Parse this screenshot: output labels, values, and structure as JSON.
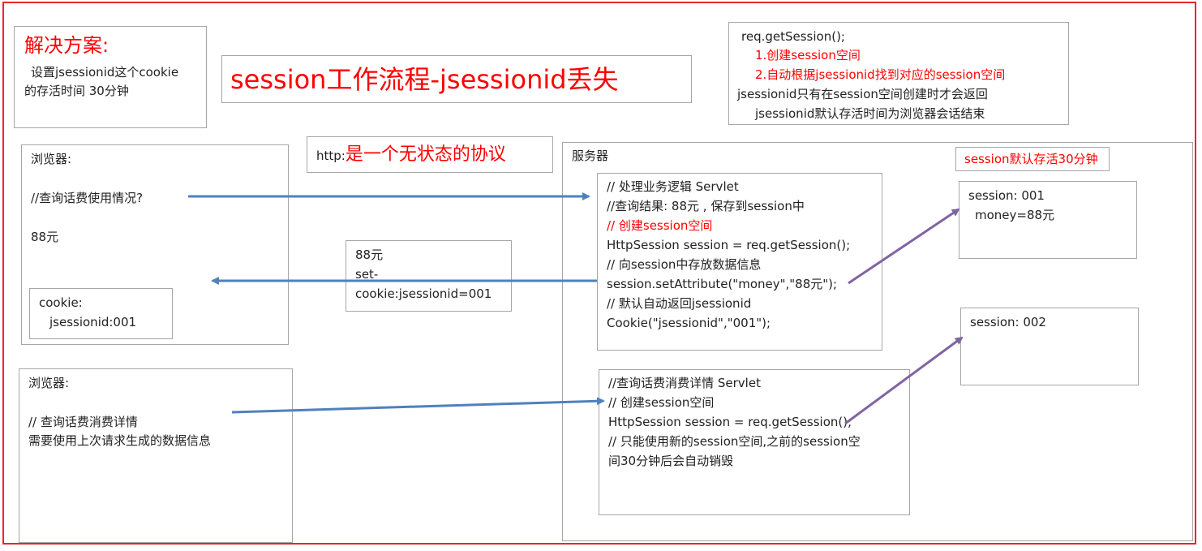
{
  "title": "session工作流程-jsessionid丢失",
  "solution": {
    "heading": "解决方案:",
    "line1": "设置jsessionid这个cookie",
    "line2": "的存活时间 30分钟"
  },
  "notes": {
    "lines": [
      "req.getSession();",
      "1.创建session空间",
      "2.自动根据jsessionid找到对应的session空间",
      "jsessionid只有在session空间创建时才会返回",
      "jsessionid默认存活时间为浏览器会话结束"
    ]
  },
  "protocol": {
    "prefix": "http:",
    "text": "是一个无状态的协议"
  },
  "browser1": {
    "title": "浏览器:",
    "query": "//查询话费使用情况?",
    "result": "88元",
    "cookie_label": "cookie:",
    "cookie_value": "jsessionid:001"
  },
  "response": {
    "line1": "88元",
    "line2": "set-",
    "line3": "cookie:jsessionid=001"
  },
  "server": {
    "title": "服务器"
  },
  "servlet1": {
    "lines": [
      "// 处理业务逻辑    Servlet",
      "//查询结果: 88元 , 保存到session中",
      "// 创建session空间",
      "HttpSession session = req.getSession();",
      "// 向session中存放数据信息",
      "session.setAttribute(\"money\",\"88元\");",
      "// 默认自动返回jsessionid",
      "Cookie(\"jsessionid\",\"001\");"
    ]
  },
  "session_default": "session默认存活30分钟",
  "session1": {
    "id": "session: 001",
    "money": "money=88元"
  },
  "session2": {
    "id": "session: 002"
  },
  "browser2": {
    "title": "浏览器:",
    "query": "// 查询话费消费详情",
    "note": "需要使用上次请求生成的数据信息"
  },
  "servlet2": {
    "lines": [
      "//查询话费消费详情  Servlet",
      "// 创建session空间",
      "HttpSession session = req.getSession();",
      "// 只能使用新的session空间,之前的session空",
      "间30分钟后会自动销毁"
    ]
  },
  "colors": {
    "frame": "#e8262b",
    "highlight": "#ff0000",
    "blue_arrow": "#4f81bd",
    "purple_arrow": "#8064a2"
  }
}
